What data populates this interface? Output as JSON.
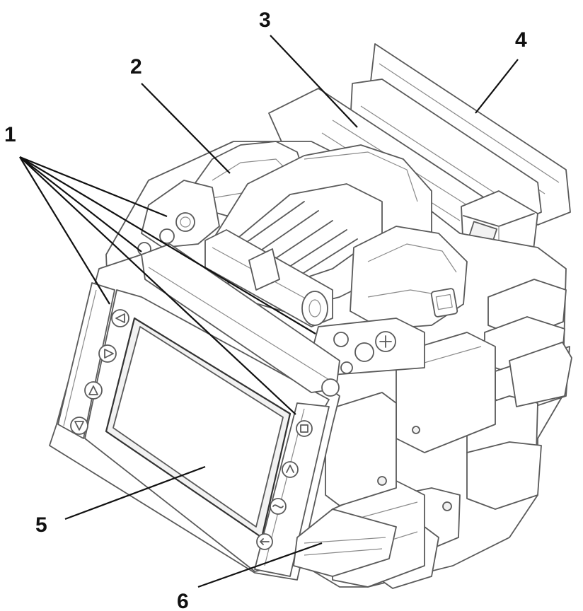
{
  "callouts": [
    {
      "id": "1",
      "label": "1"
    },
    {
      "id": "2",
      "label": "2"
    },
    {
      "id": "3",
      "label": "3"
    },
    {
      "id": "4",
      "label": "4"
    },
    {
      "id": "5",
      "label": "5"
    },
    {
      "id": "6",
      "label": "6"
    }
  ],
  "colors": {
    "line": "#5a5a5a",
    "label": "#111111",
    "background": "#ffffff"
  }
}
